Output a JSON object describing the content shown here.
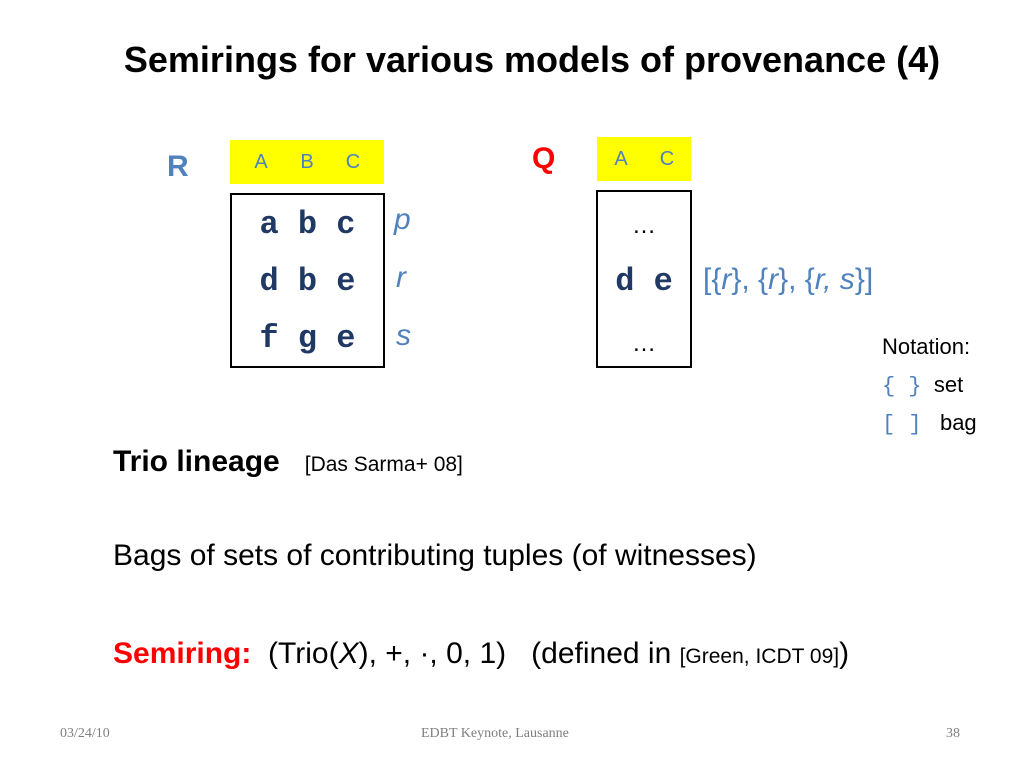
{
  "slide": {
    "title": "Semirings for various models of provenance (4)"
  },
  "relation_r": {
    "name": "R",
    "columns": [
      "A",
      "B",
      "C"
    ],
    "rows": [
      "a b c",
      "d b e",
      "f g e"
    ],
    "annotations": [
      "p",
      "r",
      "s"
    ]
  },
  "relation_q": {
    "name": "Q",
    "columns": [
      "A",
      "C"
    ],
    "rows": [
      "…",
      "d e",
      "…"
    ],
    "provenance": {
      "open": "[{",
      "t1": "r",
      "mid1": "}, {",
      "t2": "r",
      "mid2": "}, {",
      "t3": "r, s",
      "close": "}]"
    }
  },
  "notation": {
    "label": "Notation:",
    "set_symbol": "{ }",
    "set_label": "set",
    "bag_symbol": "[ ]",
    "bag_label": "bag"
  },
  "trio": {
    "heading": "Trio lineage",
    "citation": "[Das Sarma+ 08]"
  },
  "description": "Bags of sets of contributing tuples (of witnesses)",
  "semiring": {
    "label": "Semiring:",
    "expr_pre": "(Trio(",
    "expr_var": "X",
    "expr_post": "), +, ·, 0, 1)",
    "defined_pre": "(defined in ",
    "defined_cite": "[Green, ICDT 09]",
    "defined_post": ")"
  },
  "footer": {
    "date": "03/24/10",
    "center": "EDBT Keynote, Lausanne",
    "page": "38"
  },
  "colors": {
    "accent_blue": "#4f81bd",
    "header_yellow": "#ffff00",
    "tuple_navy": "#1f3864",
    "semiring_red": "#ff0000",
    "q_red": "#ff0000"
  }
}
